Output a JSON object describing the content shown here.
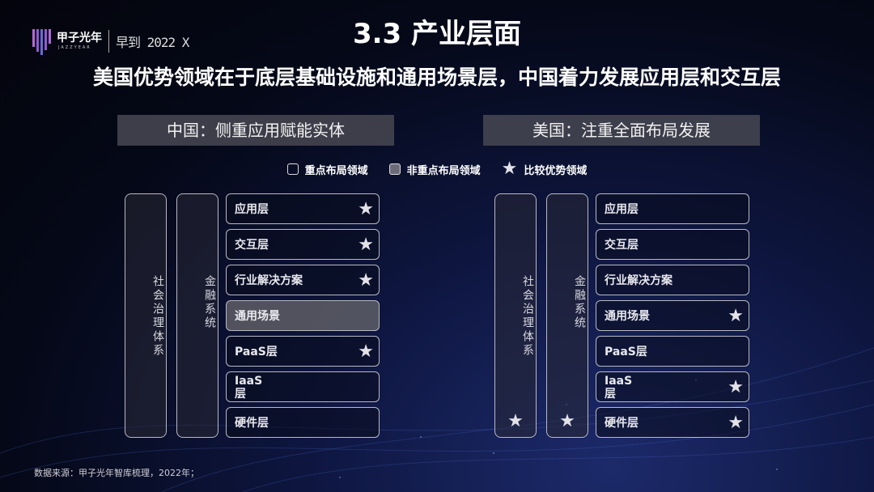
{
  "logo": {
    "name": "甲子光年",
    "sub": "JAZZYEAR",
    "tag": "早到 2022 X"
  },
  "title": "3.3 产业层面",
  "subtitle": "美国优势领域在于底层基础设施和通用场景层，中国着力发展应用层和交互层",
  "china": {
    "header": "中国：侧重应用赋能实体",
    "col1": {
      "label": "社会治理体系",
      "star": false
    },
    "col2": {
      "label": "金融系统",
      "star": false
    },
    "layers": [
      {
        "label": "应用层",
        "filled": false,
        "star": true
      },
      {
        "label": "交互层",
        "filled": false,
        "star": true
      },
      {
        "label": "行业解决方案",
        "filled": false,
        "star": true
      },
      {
        "label": "通用场景",
        "filled": true,
        "star": false
      },
      {
        "label": "PaaS层",
        "filled": false,
        "star": true
      },
      {
        "label": "IaaS层",
        "filled": false,
        "star": false
      },
      {
        "label": "硬件层",
        "filled": false,
        "star": false
      }
    ]
  },
  "usa": {
    "header": "美国：注重全面布局发展",
    "col1": {
      "label": "社会治理体系",
      "star": true
    },
    "col2": {
      "label": "金融系统",
      "star": true
    },
    "layers": [
      {
        "label": "应用层",
        "filled": false,
        "star": false
      },
      {
        "label": "交互层",
        "filled": false,
        "star": false
      },
      {
        "label": "行业解决方案",
        "filled": false,
        "star": false
      },
      {
        "label": "通用场景",
        "filled": false,
        "star": true
      },
      {
        "label": "PaaS层",
        "filled": false,
        "star": false
      },
      {
        "label": "IaaS层",
        "filled": false,
        "star": true
      },
      {
        "label": "硬件层",
        "filled": false,
        "star": true
      }
    ]
  },
  "legend": {
    "key": "重点布局领域",
    "nonkey": "非重点布局领域",
    "advantage": "比较优势领域",
    "star_glyph": "★"
  },
  "footnote": "数据来源：甲子光年智库梳理，2022年；",
  "colors": {
    "filled_box": "#5a5a64",
    "border": "#b9b9c4",
    "background": "#050817"
  }
}
